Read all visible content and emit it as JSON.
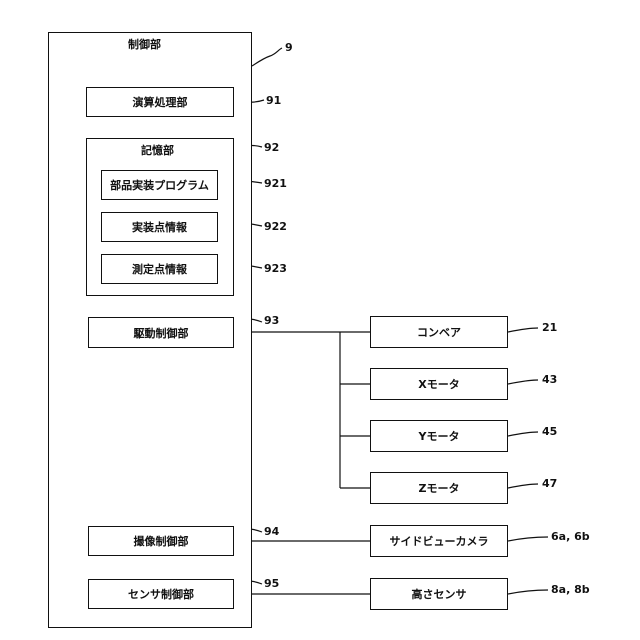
{
  "controller": {
    "title": "制御部",
    "ref": "9"
  },
  "blocks": {
    "compute": {
      "label": "演算処理部",
      "ref": "91"
    },
    "storage": {
      "title": "記憶部",
      "ref": "92"
    },
    "program": {
      "label": "部品実装プログラム",
      "ref": "921"
    },
    "mount_info": {
      "label": "実装点情報",
      "ref": "922"
    },
    "measure_info": {
      "label": "測定点情報",
      "ref": "923"
    },
    "drive": {
      "label": "駆動制御部",
      "ref": "93"
    },
    "imaging": {
      "label": "撮像制御部",
      "ref": "94"
    },
    "sensor_ctrl": {
      "label": "センサ制御部",
      "ref": "95"
    }
  },
  "devices": {
    "conveyor": {
      "label": "コンベア",
      "ref": "21"
    },
    "x_motor": {
      "label": "Xモータ",
      "ref": "43"
    },
    "y_motor": {
      "label": "Yモータ",
      "ref": "45"
    },
    "z_motor": {
      "label": "Zモータ",
      "ref": "47"
    },
    "side_camera": {
      "label": "サイドビューカメラ",
      "ref": "6a, 6b"
    },
    "height_sensor": {
      "label": "高さセンサ",
      "ref": "8a, 8b"
    }
  }
}
